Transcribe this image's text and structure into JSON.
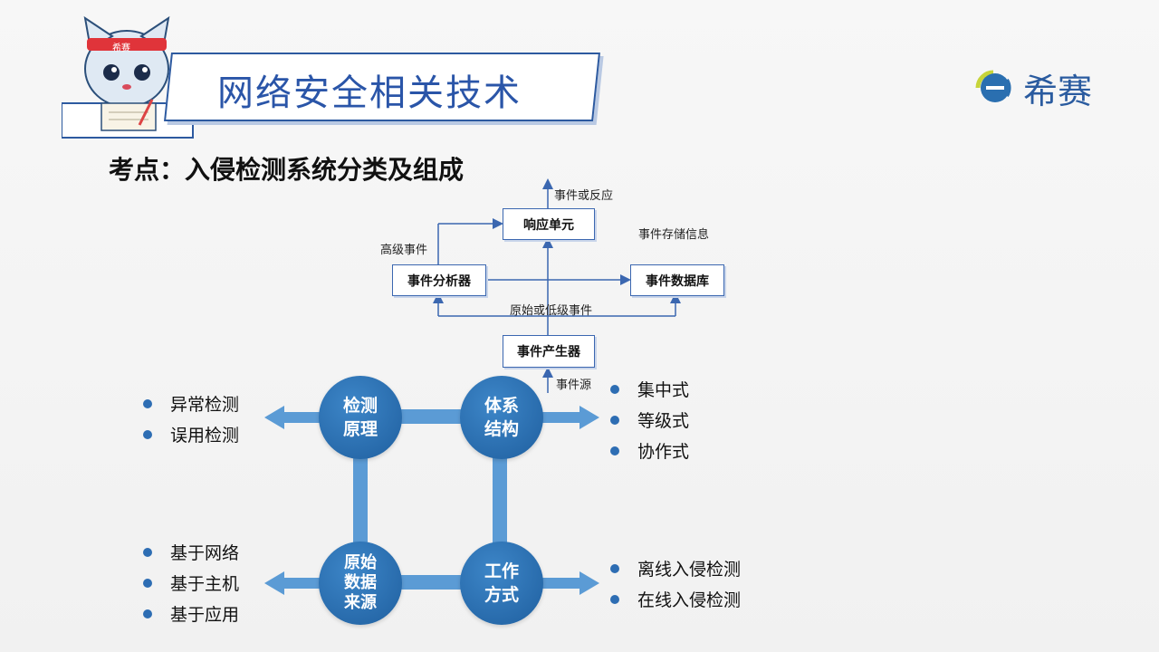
{
  "header": {
    "title": "网络安全相关技术"
  },
  "mascot": {
    "headband_text": "希赛"
  },
  "logo": {
    "text": "希赛"
  },
  "subtitle": "考点：入侵检测系统分类及组成",
  "flow": {
    "boxes": {
      "response": "响应单元",
      "analyzer": "事件分析器",
      "database": "事件数据库",
      "generator": "事件产生器"
    },
    "labels": {
      "event_or_reaction": "事件或反应",
      "high_level_event": "高级事件",
      "event_store_info": "事件存储信息",
      "raw_or_low_event": "原始或低级事件",
      "event_source": "事件源"
    }
  },
  "circles": {
    "detection_principle": "检测\n原理",
    "architecture": "体系\n结构",
    "raw_data_source": "原始\n数据\n来源",
    "work_mode": "工作\n方式"
  },
  "lists": {
    "detection_principle": [
      "异常检测",
      "误用检测"
    ],
    "architecture": [
      "集中式",
      "等级式",
      "协作式"
    ],
    "raw_data_source": [
      "基于网络",
      "基于主机",
      "基于应用"
    ],
    "work_mode": [
      "离线入侵检测",
      "在线入侵检测"
    ]
  },
  "colors": {
    "accent": "#2a55a8",
    "circle": "#2a6fb0",
    "connector": "#5b9bd5"
  }
}
